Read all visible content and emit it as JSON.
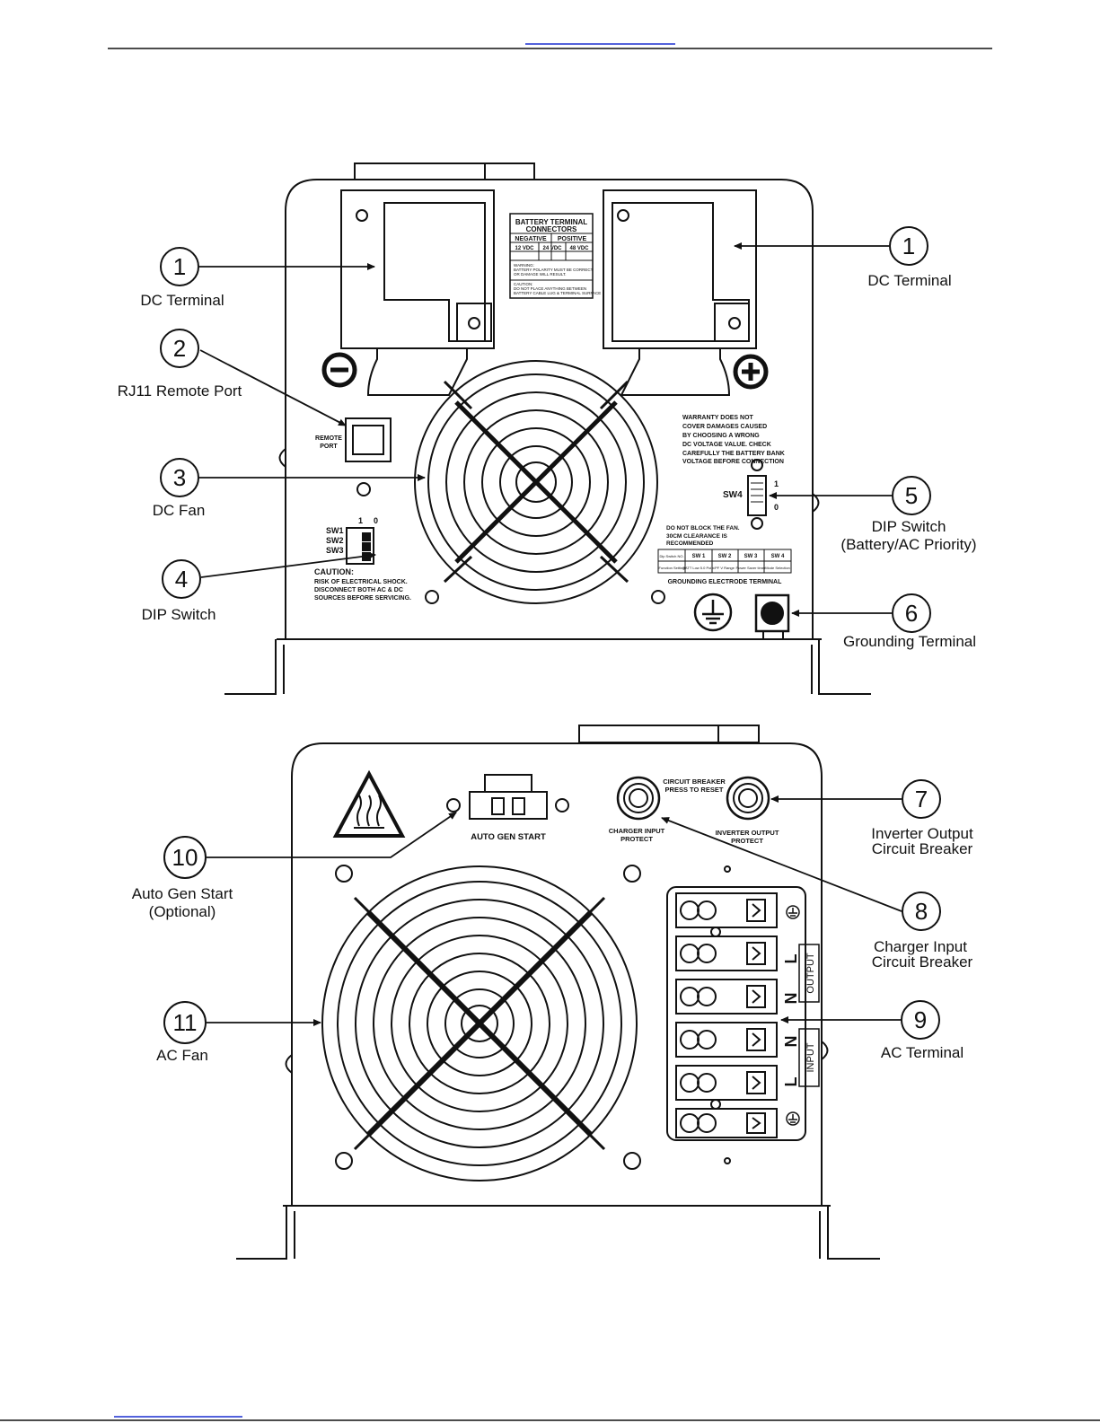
{
  "top_panel": {
    "battery_label": {
      "title1": "BATTERY TERMINAL",
      "title2": "CONNECTORS",
      "negative": "NEGATIVE",
      "positive": "POSITIVE",
      "v12": "12 VDC",
      "v24": "24 VDC",
      "v48": "48 VDC",
      "warning1": "WARNING:",
      "warning2": "BATTERY POLARITY MUST BE CORRECT",
      "warning3": "OR DAMAGE WILL RESULT.",
      "caution1": "CAUTION:",
      "caution2": "DO NOT PLACE ANYTHING BETWEEN",
      "caution3": "BATTERY CABLE LUG & TERMINAL SURFACE"
    },
    "remote_port": [
      "REMOTE",
      "PORT"
    ],
    "warranty": [
      "WARRANTY DOES NOT",
      "COVER DAMAGES CAUSED",
      "BY CHOOSING A WRONG",
      "DC VOLTAGE VALUE. CHECK",
      "CAREFULLY THE BATTERY BANK",
      "VOLTAGE BEFORE CONNECTION"
    ],
    "sw4": "SW4",
    "sw4_on": "1",
    "sw4_off": "0",
    "fan_note": [
      "DO NOT BLOCK THE FAN.",
      "30CM CLEARANCE IS",
      "RECOMMENDED"
    ],
    "dip_table": {
      "headers": [
        "Dip Switch NO.",
        "SW 1",
        "SW 2",
        "SW 3",
        "SW 4"
      ],
      "row": [
        "Function Setting",
        "BATT Low 5.0 Point",
        "PF V Range",
        "Power Saver timer",
        "Mode Selection"
      ]
    },
    "grounding_label": "GROUNDING ELECTRODE TERMINAL",
    "dip_labels": [
      "SW1",
      "SW2",
      "SW3"
    ],
    "dip_cols": [
      "1",
      "0"
    ],
    "caution": [
      "CAUTION:",
      "RISK OF ELECTRICAL SHOCK.",
      "DISCONNECT BOTH AC & DC",
      "SOURCES BEFORE SERVICING."
    ]
  },
  "bottom_panel": {
    "auto_gen": "AUTO GEN START",
    "circuit_breaker": [
      "CIRCUIT BREAKER",
      "PRESS TO RESET"
    ],
    "charger_protect": [
      "CHARGER INPUT",
      "PROTECT"
    ],
    "inverter_protect": [
      "INVERTER OUTPUT",
      "PROTECT"
    ],
    "terminal_letters": [
      "L",
      "N",
      "N",
      "L"
    ],
    "output_label": "OUTPUT",
    "input_label": "INPUT"
  },
  "callouts": [
    {
      "num": "1",
      "label": [
        "DC Terminal"
      ]
    },
    {
      "num": "1",
      "label": [
        "DC Terminal"
      ]
    },
    {
      "num": "2",
      "label": [
        "RJ11 Remote Port"
      ]
    },
    {
      "num": "3",
      "label": [
        "DC Fan"
      ]
    },
    {
      "num": "4",
      "label": [
        "DIP Switch"
      ]
    },
    {
      "num": "5",
      "label": [
        "DIP Switch",
        "(Battery/AC Priority)"
      ]
    },
    {
      "num": "6",
      "label": [
        "Grounding Terminal"
      ]
    },
    {
      "num": "7",
      "label": [
        "Inverter Output",
        "Circuit Breaker"
      ]
    },
    {
      "num": "8",
      "label": [
        "Charger Input",
        "Circuit Breaker"
      ]
    },
    {
      "num": "9",
      "label": [
        "AC Terminal"
      ]
    },
    {
      "num": "10",
      "label": [
        "Auto Gen Start",
        "(Optional)"
      ]
    },
    {
      "num": "11",
      "label": [
        "AC Fan"
      ]
    }
  ]
}
